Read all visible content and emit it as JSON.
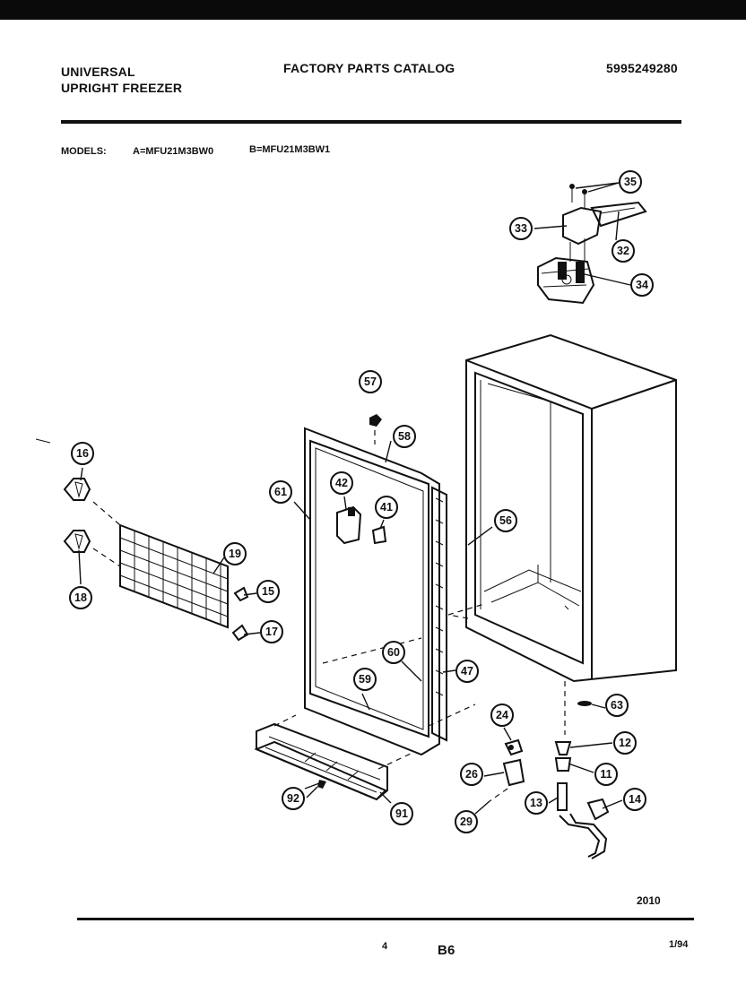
{
  "header": {
    "brand": "UNIVERSAL",
    "product": "UPRIGHT FREEZER",
    "catalog_title": "FACTORY PARTS CATALOG",
    "catalog_number": "5995249280"
  },
  "models": {
    "label": "MODELS:",
    "model_a": "A=MFU21M3BW0",
    "model_b": "B=MFU21M3BW1"
  },
  "diagram": {
    "callouts": [
      "35",
      "33",
      "32",
      "34",
      "57",
      "58",
      "61",
      "42",
      "41",
      "56",
      "16",
      "19",
      "15",
      "18",
      "17",
      "60",
      "47",
      "59",
      "24",
      "63",
      "12",
      "26",
      "11",
      "92",
      "13",
      "14",
      "29",
      "91"
    ]
  },
  "footer": {
    "figure_number": "2010",
    "page_number": "4",
    "section_code": "B6",
    "date": "1/94"
  }
}
